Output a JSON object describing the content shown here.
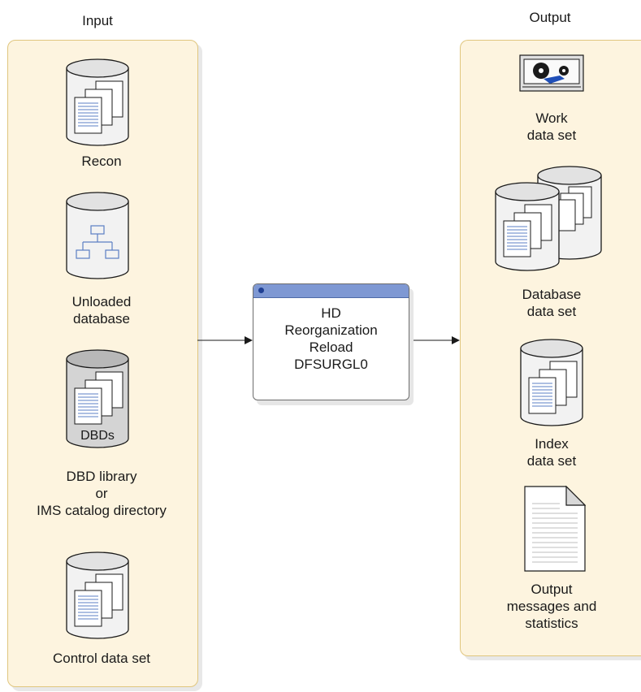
{
  "headers": {
    "input": "Input",
    "output": "Output"
  },
  "input_items": [
    {
      "lines": [
        "Recon"
      ]
    },
    {
      "lines": [
        "Unloaded",
        "database"
      ]
    },
    {
      "lines": [
        "DBD library",
        "or",
        "IMS catalog directory"
      ],
      "inner_label": "DBDs"
    },
    {
      "lines": [
        "Control data set"
      ]
    }
  ],
  "process": {
    "lines": [
      "HD",
      "Reorganization",
      "Reload",
      "DFSURGL0"
    ]
  },
  "output_items": [
    {
      "lines": [
        "Work",
        "data set"
      ]
    },
    {
      "lines": [
        "Database",
        "data set"
      ]
    },
    {
      "lines": [
        "Index",
        "data set"
      ]
    },
    {
      "lines": [
        "Output",
        "messages and",
        "statistics"
      ]
    }
  ],
  "colors": {
    "panel_fill": "#fdf4df",
    "panel_border": "#e0c67e",
    "process_title_bar": "#7e98d3",
    "icon_line": "#5b7fc4",
    "tape_reel": "#1f4fb8"
  },
  "icons": [
    "cylinder-document-icon",
    "cylinder-hierarchy-icon",
    "cylinder-dbd-icon",
    "cylinder-document-icon",
    "tape-icon",
    "double-cylinder-icon",
    "cylinder-document-icon",
    "document-page-icon"
  ]
}
